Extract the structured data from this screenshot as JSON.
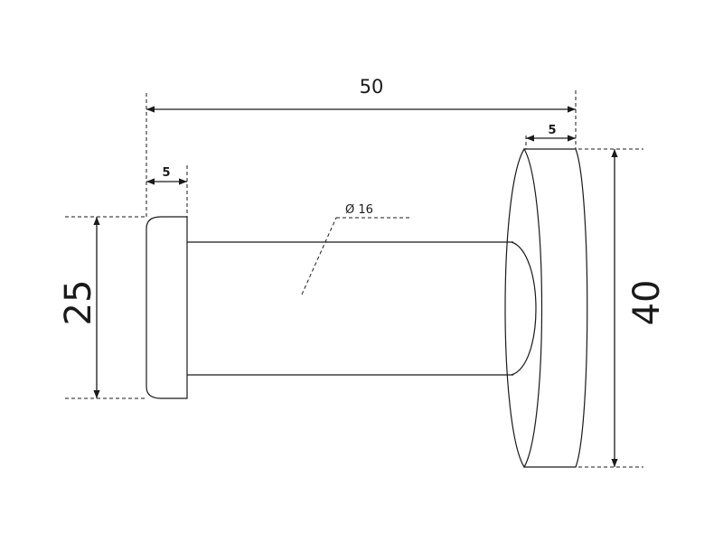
{
  "dimensions": {
    "overall_length": "50",
    "left_thickness": "5",
    "right_thickness": "5",
    "diameter": "Ø 16",
    "left_height": "25",
    "right_height": "40"
  }
}
